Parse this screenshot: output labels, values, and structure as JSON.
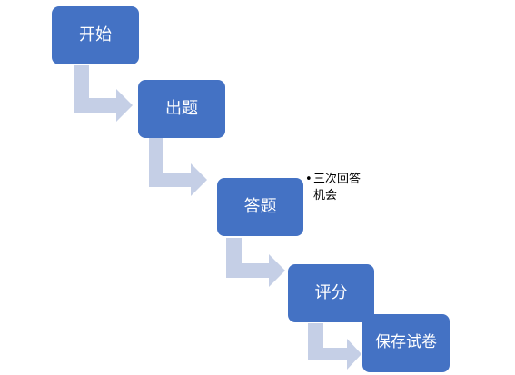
{
  "diagram": {
    "steps": [
      {
        "label": "开始"
      },
      {
        "label": "出题"
      },
      {
        "label": "答题"
      },
      {
        "label": "评分"
      },
      {
        "label": "保存试卷"
      }
    ],
    "note": "三次回答机会"
  },
  "colors": {
    "box": "#4472c4",
    "arrow": "#c5cfe6",
    "text": "#ffffff"
  },
  "icons": {
    "connector": "bent-right-arrow-icon"
  }
}
